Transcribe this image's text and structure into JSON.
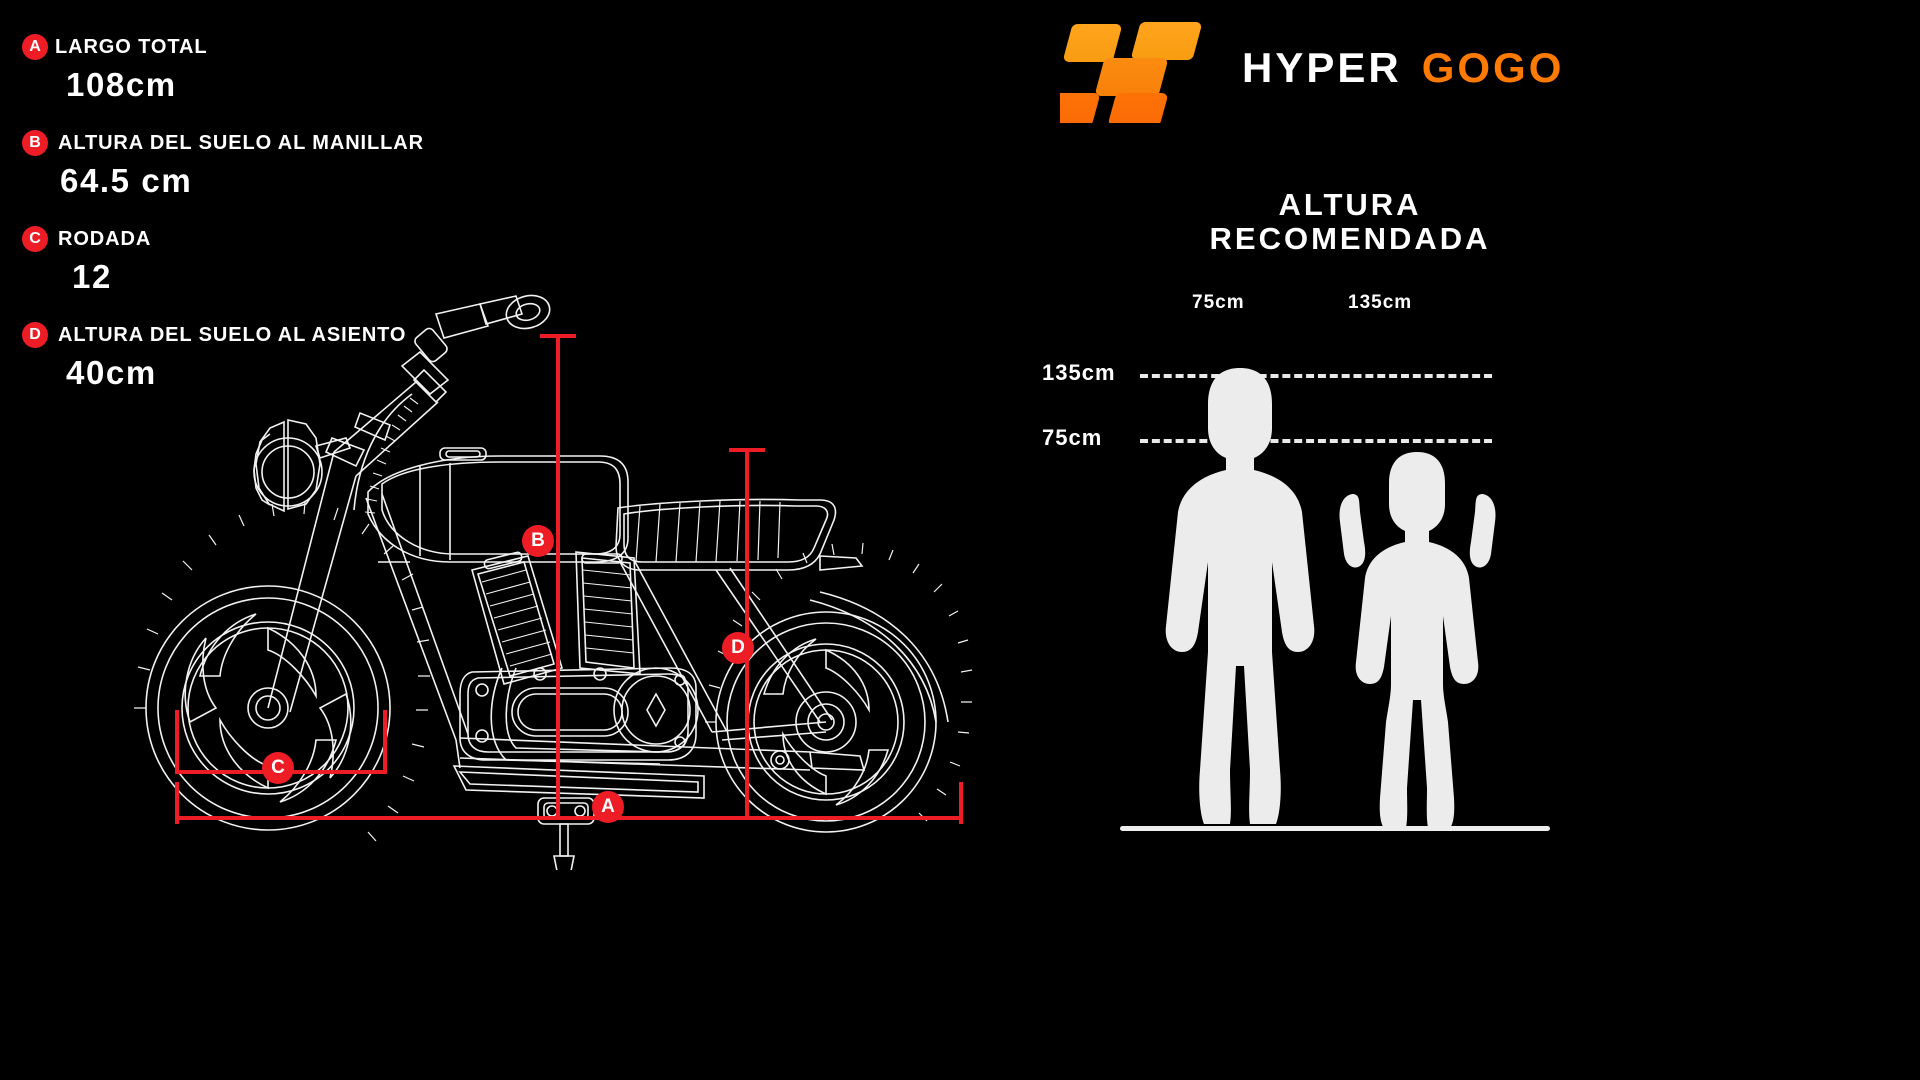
{
  "background": "#000000",
  "accent_red": "#ee1c25",
  "accent_orange": "#ff7a00",
  "specs": [
    {
      "key": "A",
      "label": "LARGO TOTAL",
      "value": "108cm"
    },
    {
      "key": "B",
      "label": "ALTURA DEL SUELO AL MANILLAR",
      "value": "64.5 cm"
    },
    {
      "key": "C",
      "label": "RODADA",
      "value": "12"
    },
    {
      "key": "D",
      "label": "ALTURA DEL SUELO AL ASIENTO",
      "value": "40cm"
    }
  ],
  "logo": {
    "icon": "checkered-flag-icon",
    "brand_first": "HYPER",
    "brand_second": "GOGO"
  },
  "height_panel": {
    "title_line1": "ALTURA",
    "title_line2": "RECOMENDADA",
    "top_labels": [
      {
        "text": "75cm"
      },
      {
        "text": "135cm"
      }
    ],
    "side_labels": [
      {
        "text": "135cm"
      },
      {
        "text": "75cm"
      }
    ],
    "figures": [
      {
        "name": "child-tall-silhouette",
        "height_cm": 135
      },
      {
        "name": "child-short-silhouette",
        "height_cm": 75
      }
    ]
  },
  "diagram": {
    "markers": [
      {
        "key": "A",
        "name": "marker-a-total-length"
      },
      {
        "key": "B",
        "name": "marker-b-handlebar-height"
      },
      {
        "key": "C",
        "name": "marker-c-wheel-size"
      },
      {
        "key": "D",
        "name": "marker-d-seat-height"
      }
    ],
    "subject": "electric-mini-motorcycle-line-art"
  }
}
